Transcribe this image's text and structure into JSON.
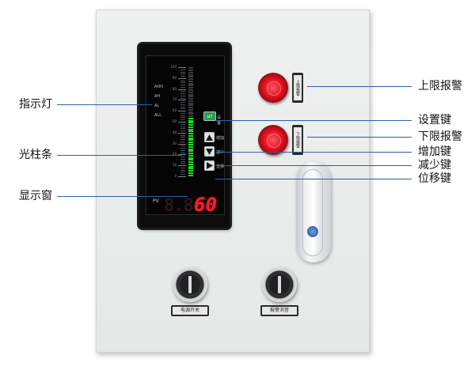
{
  "meter": {
    "alarm_labels": [
      "AHH",
      "AH",
      "AL",
      "ALL"
    ],
    "scale": [
      "100",
      "90",
      "80",
      "70",
      "60",
      "50",
      "40",
      "30",
      "20",
      "10",
      "0"
    ],
    "bar_level_percent": 55,
    "pv_label": "PV",
    "display_value": "60",
    "display_dim": "8.8",
    "keys": {
      "set_icon": "SET",
      "up_label": "增加",
      "down_label": "减少",
      "shift_label": "位移",
      "set_label": "设置"
    }
  },
  "lamps": {
    "upper_tag": "上限报警",
    "lower_tag": "下限报警"
  },
  "switches": {
    "left_plate": "电源开关",
    "right_plate": "报警消音"
  },
  "callouts": {
    "indicator": "指示灯",
    "bar": "光柱条",
    "display": "显示窗",
    "upper_alarm": "上限报警",
    "set_key": "设置键",
    "lower_alarm": "下限报警",
    "up_key": "增加键",
    "down_key": "减少键",
    "shift_key": "位移键"
  },
  "colors": {
    "callout_line": "#2d5fa8",
    "bar_lit": "#19e01f",
    "display_red": "#ff1e2e",
    "lamp_red": "#e0101e"
  }
}
